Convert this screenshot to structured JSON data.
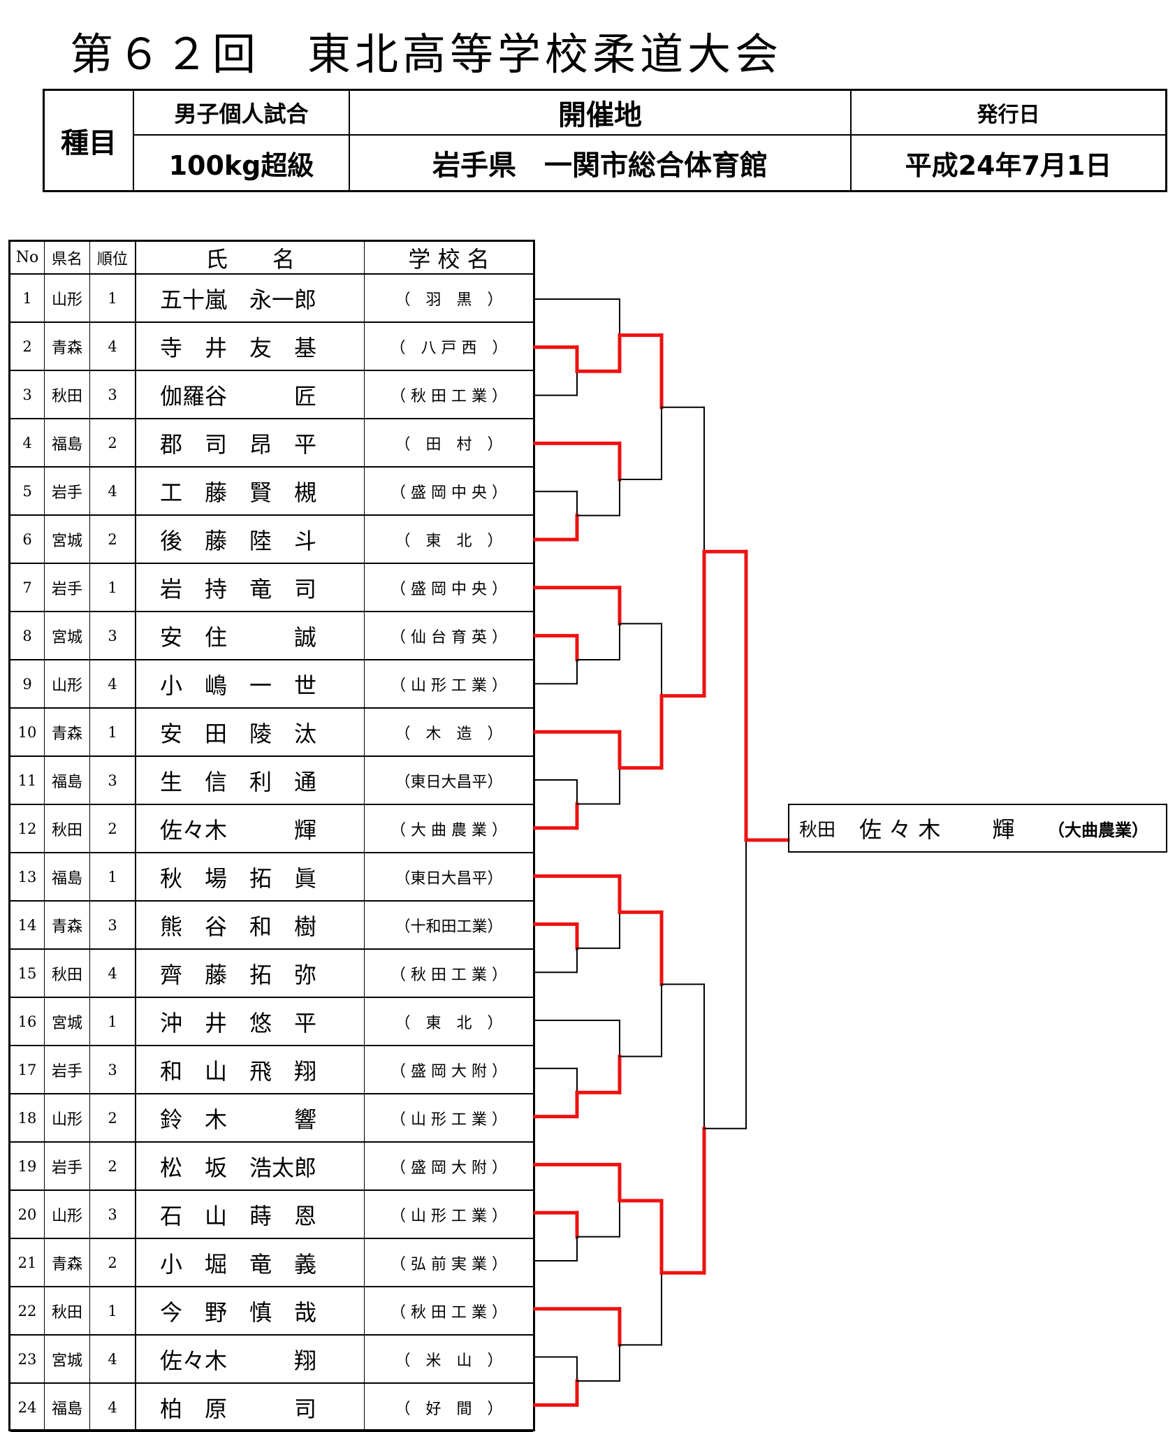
{
  "title": "第６２回　東北高等学校柔道大会",
  "info": {
    "event_label": "種目",
    "event_type": "男子個人試合",
    "weight_class": "100kg超級",
    "venue_label": "開催地",
    "venue": "岩手県　一関市総合体育館",
    "date_label": "発行日",
    "date": "平成24年7月1日"
  },
  "table": {
    "headers": [
      "No",
      "県名",
      "順位",
      "氏　　名",
      "学 校 名"
    ],
    "rows": [
      {
        "no": "1",
        "pref": "山形",
        "rank": "1",
        "name": "五十嵐　永一郎",
        "school": "（　羽　黒　）"
      },
      {
        "no": "2",
        "pref": "青森",
        "rank": "4",
        "name": "寺　井　友　基",
        "school": "（　八 戸 西　）"
      },
      {
        "no": "3",
        "pref": "秋田",
        "rank": "3",
        "name": "伽羅谷　　　匠",
        "school": "（ 秋 田 工 業 ）"
      },
      {
        "no": "4",
        "pref": "福島",
        "rank": "2",
        "name": "郡　司　昂　平",
        "school": "（　田　村　）"
      },
      {
        "no": "5",
        "pref": "岩手",
        "rank": "4",
        "name": "工　藤　賢　槻",
        "school": "（ 盛 岡 中 央 ）"
      },
      {
        "no": "6",
        "pref": "宮城",
        "rank": "2",
        "name": "後　藤　陸　斗",
        "school": "（　東　北　）"
      },
      {
        "no": "7",
        "pref": "岩手",
        "rank": "1",
        "name": "岩　持　竜　司",
        "school": "（ 盛 岡 中 央 ）"
      },
      {
        "no": "8",
        "pref": "宮城",
        "rank": "3",
        "name": "安　住　　　誠",
        "school": "（ 仙 台 育 英 ）"
      },
      {
        "no": "9",
        "pref": "山形",
        "rank": "4",
        "name": "小　嶋　一　世",
        "school": "（ 山 形 工 業 ）"
      },
      {
        "no": "10",
        "pref": "青森",
        "rank": "1",
        "name": "安　田　陵　汰",
        "school": "（　木　造　）"
      },
      {
        "no": "11",
        "pref": "福島",
        "rank": "3",
        "name": "生　信　利　通",
        "school": "（東日大昌平）"
      },
      {
        "no": "12",
        "pref": "秋田",
        "rank": "2",
        "name": "佐々木　　　輝",
        "school": "（ 大 曲 農 業 ）"
      },
      {
        "no": "13",
        "pref": "福島",
        "rank": "1",
        "name": "秋　場　拓　眞",
        "school": "（東日大昌平）"
      },
      {
        "no": "14",
        "pref": "青森",
        "rank": "3",
        "name": "熊　谷　和　樹",
        "school": "（十和田工業）"
      },
      {
        "no": "15",
        "pref": "秋田",
        "rank": "4",
        "name": "齊　藤　拓　弥",
        "school": "（ 秋 田 工 業 ）"
      },
      {
        "no": "16",
        "pref": "宮城",
        "rank": "1",
        "name": "沖　井　悠　平",
        "school": "（　東　北　）"
      },
      {
        "no": "17",
        "pref": "岩手",
        "rank": "3",
        "name": "和　山　飛　翔",
        "school": "（ 盛 岡 大 附 ）"
      },
      {
        "no": "18",
        "pref": "山形",
        "rank": "2",
        "name": "鈴　木　　　響",
        "school": "（ 山 形 工 業 ）"
      },
      {
        "no": "19",
        "pref": "岩手",
        "rank": "2",
        "name": "松　坂　浩太郎",
        "school": "（ 盛 岡 大 附 ）"
      },
      {
        "no": "20",
        "pref": "山形",
        "rank": "3",
        "name": "石　山　蒔　恩",
        "school": "（ 山 形 工 業 ）"
      },
      {
        "no": "21",
        "pref": "青森",
        "rank": "2",
        "name": "小　堀　竜　義",
        "school": "（ 弘 前 実 業 ）"
      },
      {
        "no": "22",
        "pref": "秋田",
        "rank": "1",
        "name": "今　野　慎　哉",
        "school": "（ 秋 田 工 業 ）"
      },
      {
        "no": "23",
        "pref": "宮城",
        "rank": "4",
        "name": "佐々木　　　翔",
        "school": "（　米　山　）"
      },
      {
        "no": "24",
        "pref": "福島",
        "rank": "4",
        "name": "柏　原　　　司",
        "school": "（　好　間　）"
      }
    ]
  },
  "winner": {
    "pref": "秋田",
    "name": "佐 々 木　　 輝",
    "school": "（大曲農業）"
  },
  "colors": {
    "winning_path": "#ee1111",
    "losing_path": "#000000"
  }
}
